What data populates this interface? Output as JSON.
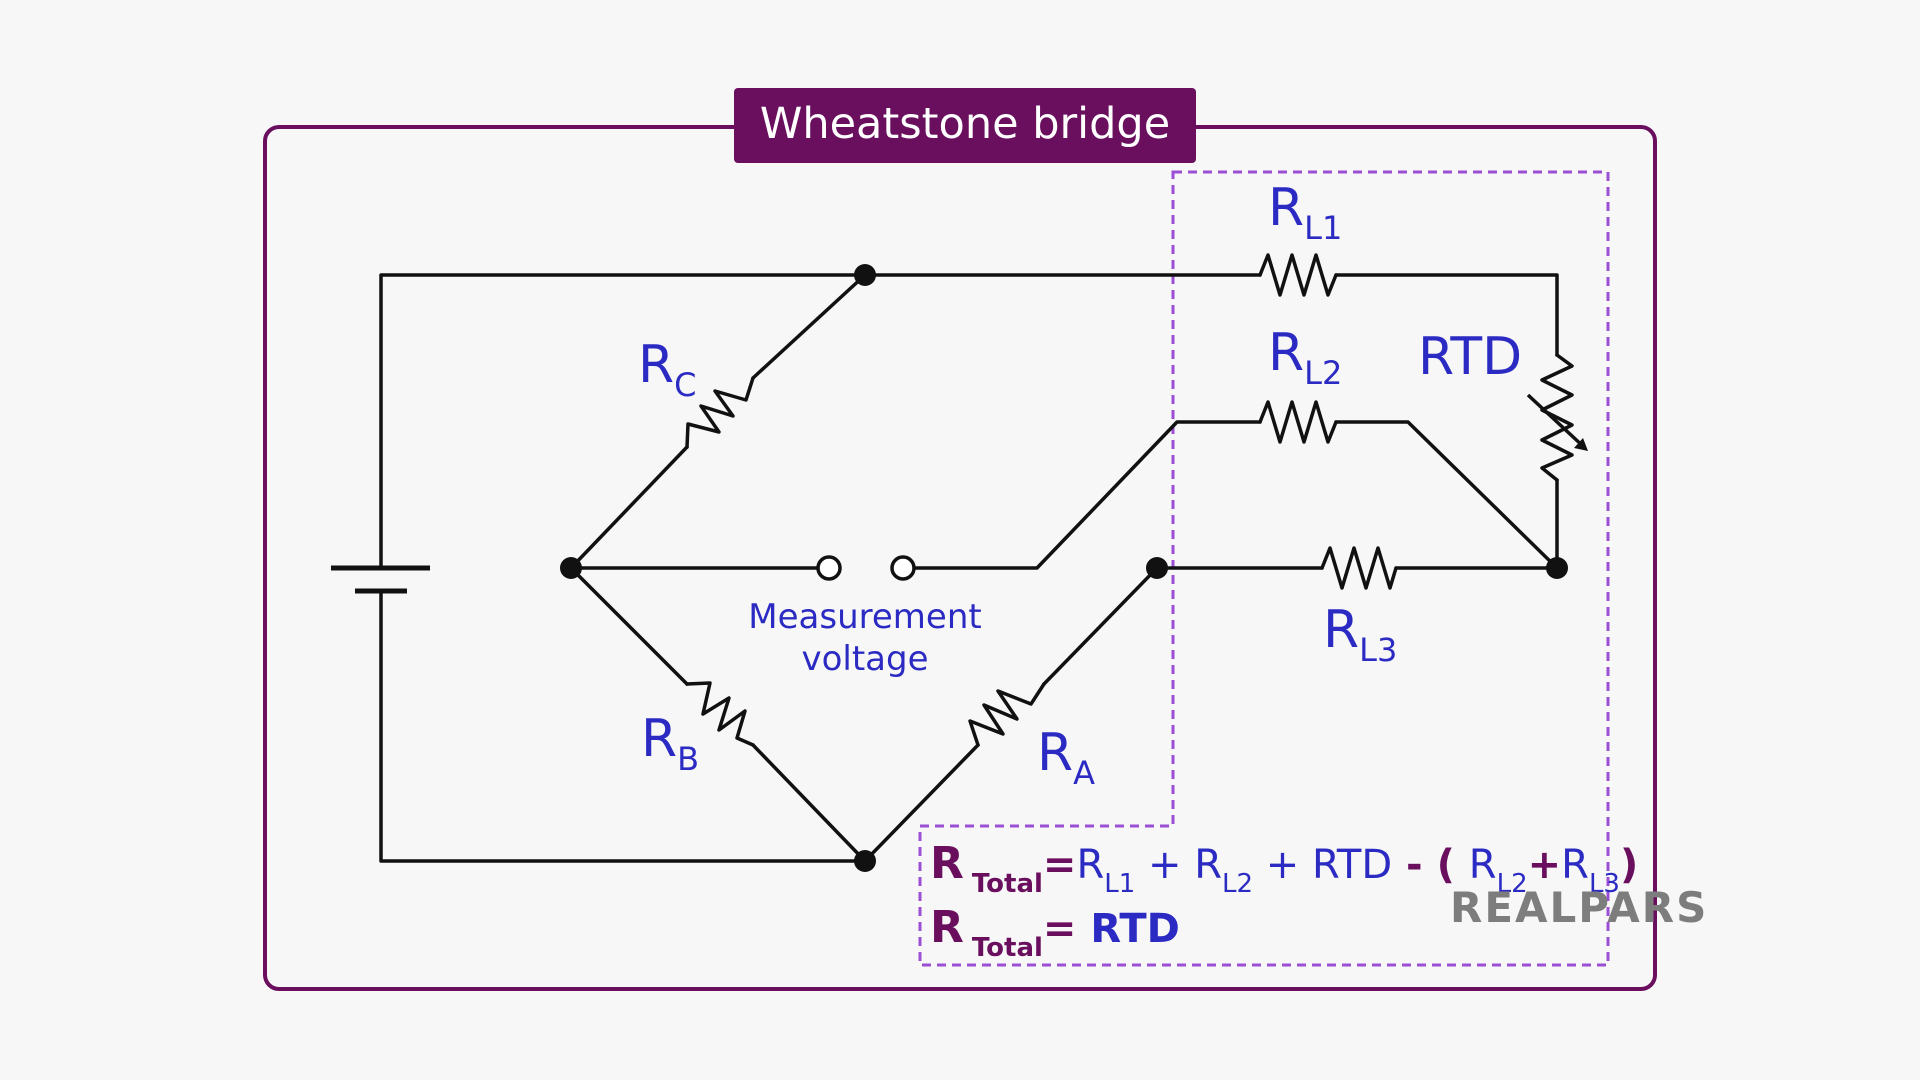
{
  "title": "Wheatstone bridge",
  "labels": {
    "rc": {
      "main": "R",
      "sub": "C"
    },
    "rb": {
      "main": "R",
      "sub": "B"
    },
    "ra": {
      "main": "R",
      "sub": "A"
    },
    "rl1": {
      "main": "R",
      "sub": "L1"
    },
    "rl2": {
      "main": "R",
      "sub": "L2"
    },
    "rl3": {
      "main": "R",
      "sub": "L3"
    },
    "rtd": "RTD"
  },
  "measurement": {
    "line1": "Measurement",
    "line2": "voltage"
  },
  "formula": {
    "line1": {
      "r": "R",
      "total": "Total",
      "eq": "=",
      "r1": "R",
      "r1_sub": "L1",
      "plus1": " + ",
      "r2": "R",
      "r2_sub": "L2",
      "plus2": " + ",
      "rtd": "RTD",
      "minus": " - ( ",
      "r3": "R",
      "r3_sub": "L2",
      "plus3": "+",
      "r4": "R",
      "r4_sub": "L3",
      "close": ")"
    },
    "line2": {
      "r": "R",
      "total": "Total",
      "eq": "= ",
      "rtd": "RTD"
    }
  },
  "logo": "REALPARS",
  "colors": {
    "frame": "#6a0f5e",
    "title_bg": "#6a0f5e",
    "label_blue": "#2b2bc4",
    "dashed": "#9b4fd4",
    "wire": "#111111",
    "logo_gray": "#7d7d7d"
  }
}
